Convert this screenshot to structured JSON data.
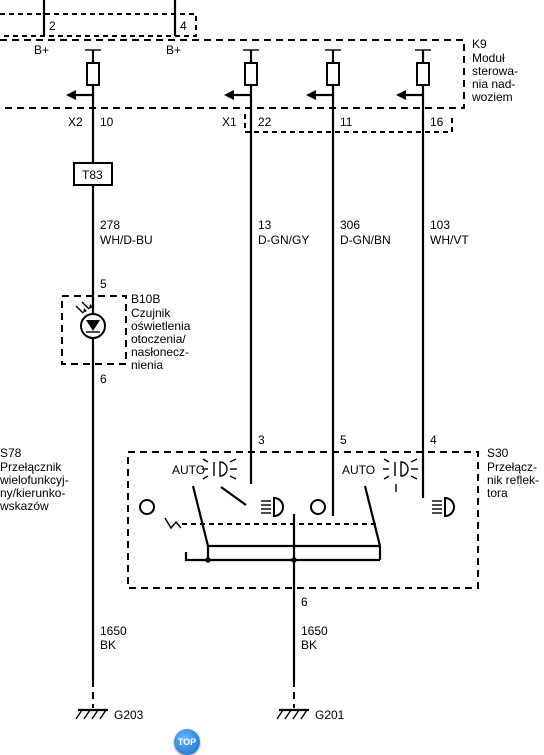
{
  "modules": {
    "k9": {
      "id": "K9",
      "lines": [
        "Moduł",
        "sterowa-",
        "nia nad-",
        "woziem"
      ]
    },
    "b10b": {
      "id": "B10B",
      "lines": [
        "Czujnik",
        "oświetlenia",
        "otoczenia/",
        "nasłonecz-",
        "nienia"
      ]
    },
    "s78": {
      "id": "S78",
      "lines": [
        "Przełącznik",
        "wielofunkcyj-",
        "ny/kierunko-",
        "wskazów"
      ]
    },
    "s30": {
      "id": "S30",
      "lines": [
        "Przełącz-",
        "nik reflek-",
        "tora"
      ]
    },
    "t83": {
      "id": "T83"
    }
  },
  "pins": {
    "top_left": "2",
    "top_right": "4",
    "b_plus_1": "B+",
    "b_plus_2": "B+",
    "x2": "X2",
    "x2_pin": "10",
    "x1": "X1",
    "x1_pin_a": "22",
    "x1_pin_b": "11",
    "x1_pin_c": "16",
    "b10b_top": "5",
    "b10b_bottom": "6",
    "s30_a": "3",
    "s30_b": "5",
    "s30_c": "4",
    "s30_ground": "6"
  },
  "wires": {
    "w1": {
      "circuit": "278",
      "color": "WH/D-BU"
    },
    "w2": {
      "circuit": "13",
      "color": "D-GN/GY"
    },
    "w3": {
      "circuit": "306",
      "color": "D-GN/BN"
    },
    "w4": {
      "circuit": "103",
      "color": "WH/VT"
    },
    "g1": {
      "circuit": "1650",
      "color": "BK"
    },
    "g2": {
      "circuit": "1650",
      "color": "BK"
    }
  },
  "switch_labels": {
    "auto_1": "AUTO",
    "auto_2": "AUTO"
  },
  "grounds": {
    "g203": "G203",
    "g201": "G201"
  },
  "nav": {
    "top": "TOP"
  }
}
